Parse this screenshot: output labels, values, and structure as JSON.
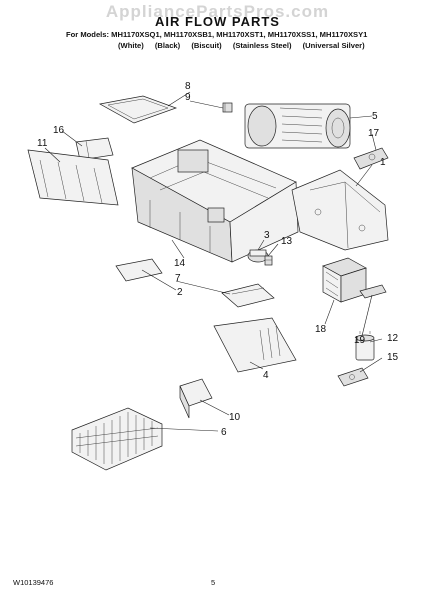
{
  "watermark": "AppliancePartsPros.com",
  "title": "AIR FLOW PARTS",
  "models_line": "For Models: MH1170XSQ1, MH1170XSB1, MH1170XST1, MH1170XSS1, MH1170XSY1",
  "finishes": [
    "(White)",
    "(Black)",
    "(Biscuit)",
    "(Stainless Steel)",
    "(Universal Silver)"
  ],
  "callouts": {
    "c1": "1",
    "c2": "2",
    "c3": "3",
    "c4": "4",
    "c5": "5",
    "c6": "6",
    "c7": "7",
    "c8": "8",
    "c9": "9",
    "c10": "10",
    "c11": "11",
    "c12": "12",
    "c13": "13",
    "c14": "14",
    "c15": "15",
    "c16": "16",
    "c17": "17",
    "c18": "18",
    "c19": "19"
  },
  "footer": {
    "doc_number": "W10139476",
    "page": "5"
  }
}
